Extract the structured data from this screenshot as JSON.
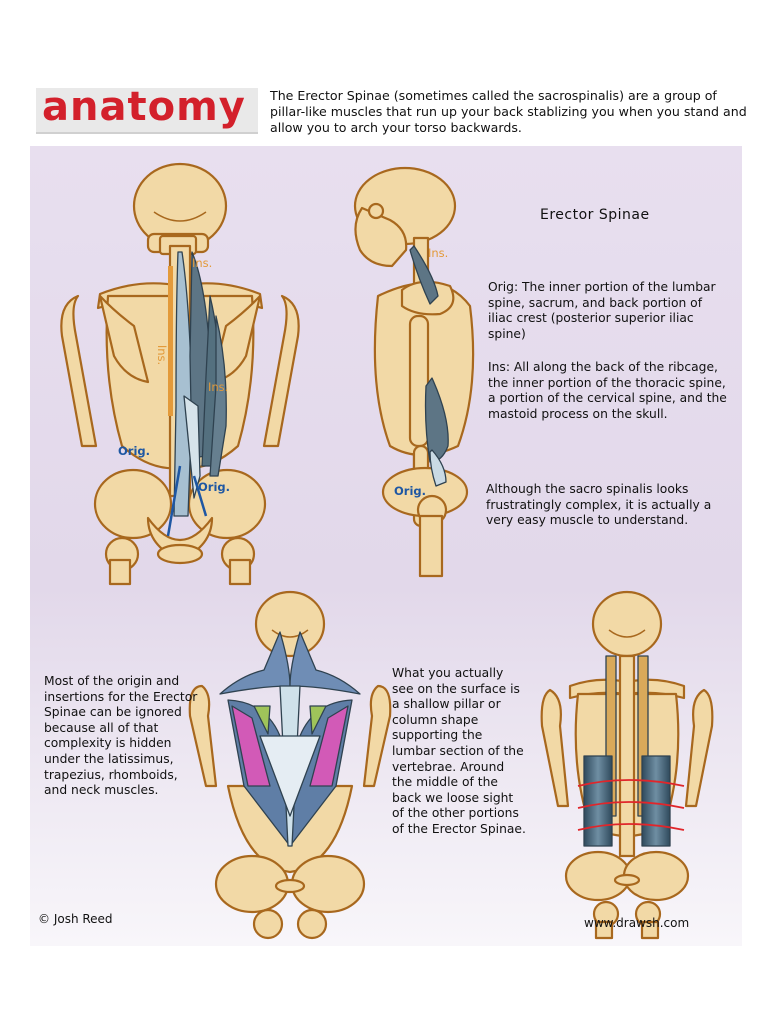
{
  "header": {
    "logo_text": "anatomy",
    "intro": "The Erector Spinae (sometimes called the sacrospinalis) are a group of pillar-like muscles that run up your back stablizing you when you stand and allow you to arch your torso backwards."
  },
  "labels": {
    "title": "Erector Spinae",
    "orig": "Orig:  The inner portion of the lumbar spine, sacrum, and back portion of iliac crest (posterior superior iliac spine)",
    "ins": "Ins:  All along the back of the ribcage, the inner portion of the thoracic spine, a portion of the cervical spine, and the mastoid process on the skull.",
    "note1": "Although the sacro spinalis looks frustratingly complex, it is actually a very easy muscle to understand.",
    "note2": "Most of the origin and insertions for the Erector Spinae can be ignored because all of that complexity is hidden under the latissimus, trapezius, rhomboids, and neck muscles.",
    "note3": "What you actually see on the surface is a shallow pillar or column shape supporting the lumbar section of the vertebrae. Around the middle of the back we loose sight of the other portions of the Erector Spinae."
  },
  "markers": {
    "ins": "Ins.",
    "orig": "Orig."
  },
  "footer": {
    "copyright": "© Josh Reed",
    "site": "www.drawsh.com"
  },
  "colors": {
    "logo_red": "#d3202b",
    "bone": "#f2d9a6",
    "bone_outline": "#a8681e",
    "muscle_slate": "#5d7585",
    "trapezius_blue": "#6f8db5",
    "latissimus_pink": "#d25ab7",
    "rhomboid_green": "#9fc45a",
    "ins_orange": "#e39a3a",
    "orig_blue": "#1e57a3"
  }
}
